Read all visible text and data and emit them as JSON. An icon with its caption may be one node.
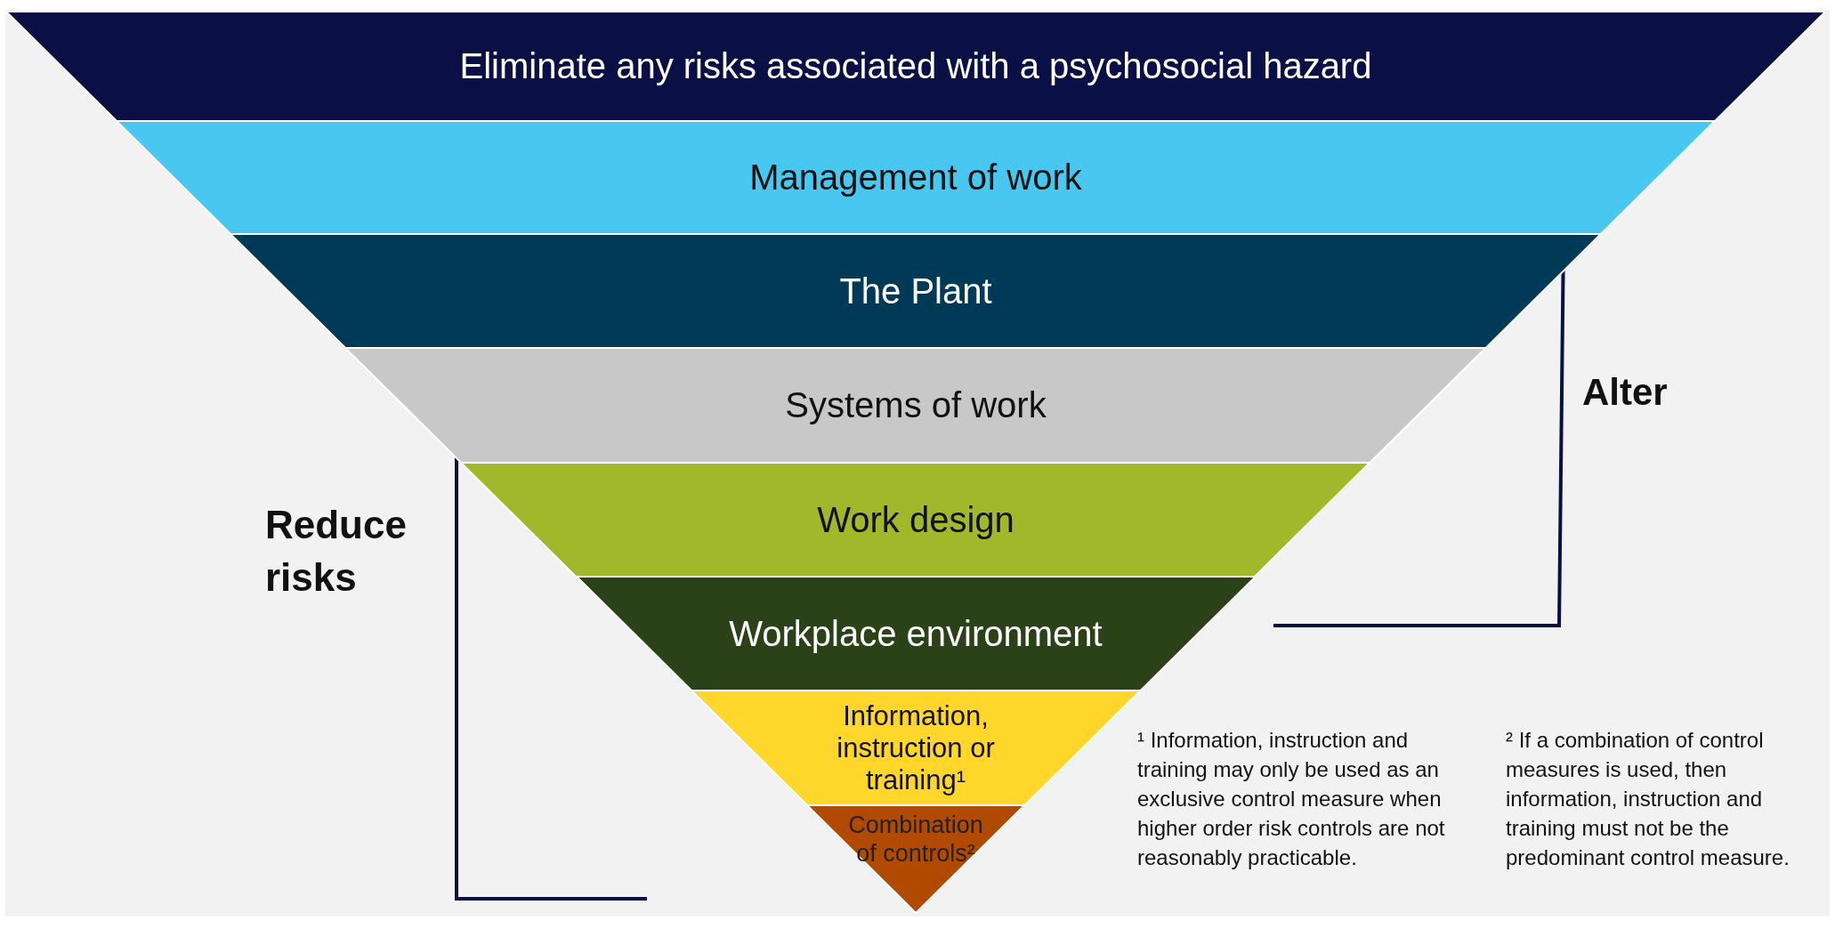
{
  "diagram": {
    "nodes": [
      {
        "text": [
          "Eliminate any risks associated with a psychosocial hazard"
        ]
      },
      {
        "text": [
          "Management of work"
        ]
      },
      {
        "text": [
          "The Plant"
        ]
      },
      {
        "text": [
          "Systems of work"
        ]
      },
      {
        "text": [
          "Work design"
        ]
      },
      {
        "text": [
          "Workplace environment"
        ]
      },
      {
        "text": [
          "Information, instruction or training¹"
        ]
      },
      {
        "text": [
          "Combination of controls²"
        ]
      }
    ],
    "labels": [
      "Alter",
      "Reduce risks",
      "¹ Information, instruction and training may only be used as an exclusive control measure when higher order risk controls are not reasonably practicable.",
      "² If a combination of control measures is used, then information, instruction and training must not be the predominant control measure."
    ]
  }
}
